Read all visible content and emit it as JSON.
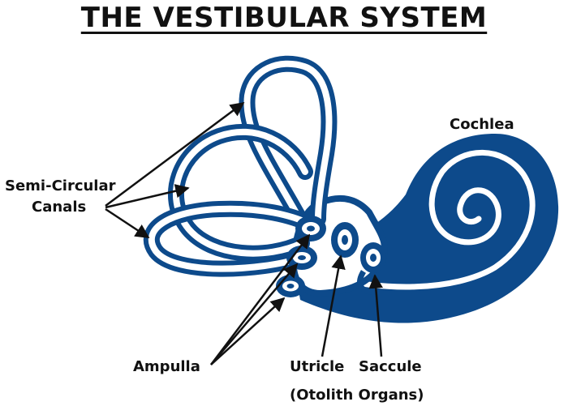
{
  "title": "THE VESTIBULAR SYSTEM",
  "labels": {
    "semicircular_line1": "Semi-Circular",
    "semicircular_line2": "Canals",
    "cochlea": "Cochlea",
    "ampulla": "Ampulla",
    "utricle": "Utricle",
    "saccule": "Saccule",
    "otolith": "(Otolith Organs)"
  },
  "colors": {
    "structure": "#0d4a8b",
    "arrows": "#111111",
    "text": "#111111"
  }
}
